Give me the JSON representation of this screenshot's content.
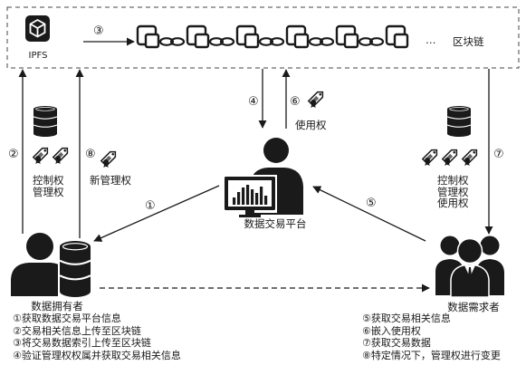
{
  "diagram": {
    "storage_layer": {
      "ipfs_label": "IPFS",
      "chain_ellipsis": "…",
      "chain_label": "区块链"
    },
    "platform": {
      "label": "数据交易平台",
      "embedded_right": "使用权"
    },
    "data_owner": {
      "label": "数据拥有者",
      "rights": [
        "控制权",
        "管理权"
      ],
      "new_right": "新管理权"
    },
    "data_consumer": {
      "label": "数据需求者",
      "rights": [
        "控制权",
        "管理权",
        "使用权"
      ]
    },
    "steps": {
      "s1": "①",
      "s2": "②",
      "s3": "③",
      "s4": "④",
      "s5": "⑤",
      "s6": "⑥",
      "s7": "⑦",
      "s8": "⑧"
    },
    "legend": {
      "left": [
        "①获取数据交易平台信息",
        "②交易相关信息上传至区块链",
        "③将交易数据索引上传至区块链",
        "④验证管理权权属并获取交易相关信息"
      ],
      "right": [
        "⑤获取交易相关信息",
        "⑥嵌入使用权",
        "⑦获取交易数据",
        "⑧特定情况下，管理权进行变更"
      ]
    }
  },
  "icons": [
    "ipfs-cube-icon",
    "blockchain-block-icon",
    "chain-link-icon",
    "database-icon",
    "rights-ticket-icon",
    "person-icon",
    "monitor-chart-icon",
    "user-group-icon"
  ],
  "colors": {
    "ink": "#1a1a1a",
    "dashed_border": "#444444",
    "background": "#ffffff"
  }
}
